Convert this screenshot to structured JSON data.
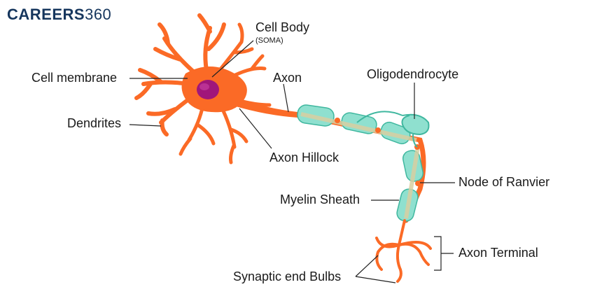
{
  "logo": {
    "word": "CAREERS",
    "number": "360"
  },
  "labels": {
    "cell_body": "Cell Body",
    "soma": "(SOMA)",
    "cell_membrane": "Cell membrane",
    "axon": "Axon",
    "oligodendrocyte": "Oligodendrocyte",
    "dendrites": "Dendrites",
    "axon_hillock": "Axon Hillock",
    "node_of_ranvier": "Node of Ranvier",
    "myelin_sheath": "Myelin Sheath",
    "axon_terminal": "Axon Terminal",
    "synaptic_end_bulbs": "Synaptic end Bulbs"
  },
  "colors": {
    "neuron": "#fb6a26",
    "nucleus": "#a0167a",
    "myelin": "#8fe0cf",
    "myelin_edge": "#3fb79f",
    "axon_core": "#d8cfa2",
    "leader": "#222222",
    "brand": "#16365d"
  }
}
